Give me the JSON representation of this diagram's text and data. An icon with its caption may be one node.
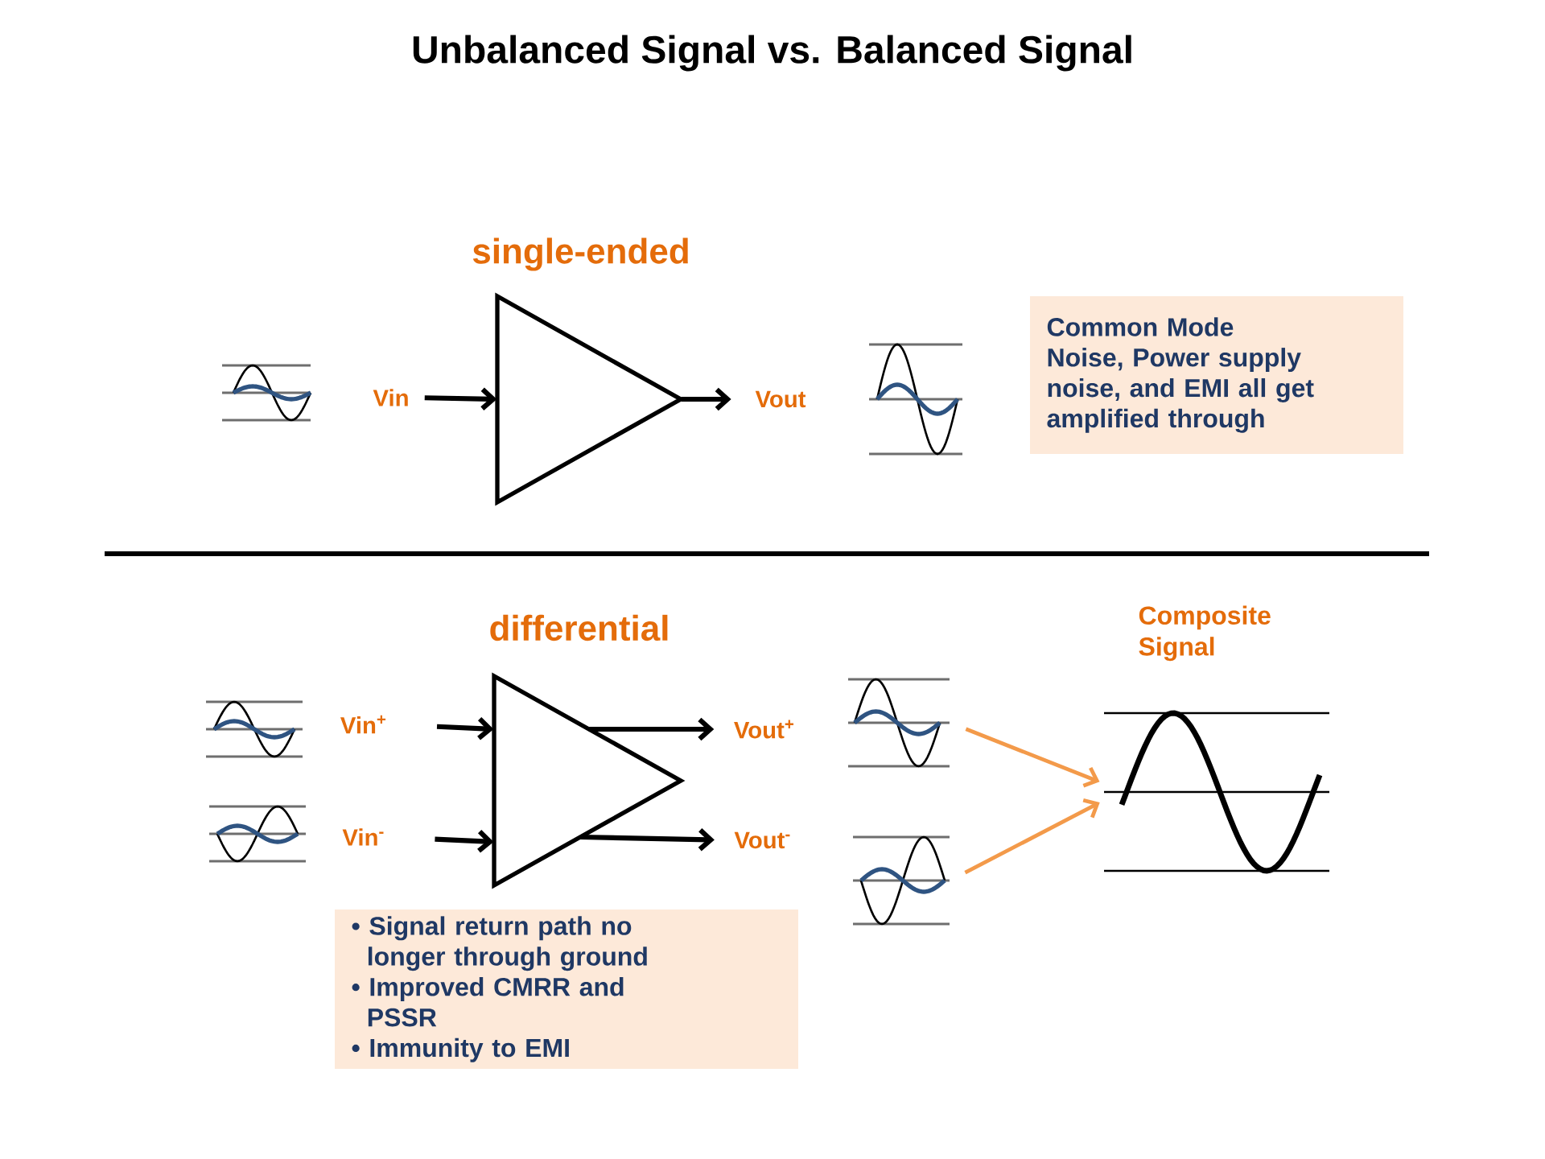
{
  "diagram": {
    "title": "Unbalanced Signal vs. Balanced Signal",
    "nodes": [
      {
        "text": [],
        "shape": "picture"
      },
      {
        "text": [
          "Vin"
        ]
      },
      {
        "text": [
          "single-ended"
        ]
      },
      {
        "text": [
          "Vout"
        ]
      },
      {
        "text": [],
        "shape": "picture"
      },
      {
        "text": [
          "Common Mode Noise, Power supply noise, and EMI all get amplified through"
        ]
      },
      {
        "text": [
          "differential"
        ]
      },
      {
        "text": [],
        "shape": "picture"
      },
      {
        "text": [
          "Vin$^{+}$"
        ]
      },
      {
        "text": [],
        "shape": "picture"
      },
      {
        "text": [
          "Vin$^{-}$"
        ]
      },
      {
        "text": [
          "Vout$^{+}$"
        ]
      },
      {
        "text": [
          "Vout$^{-}$"
        ]
      },
      {
        "text": [],
        "shape": "picture"
      },
      {
        "text": [],
        "shape": "picture"
      },
      {
        "text": [
          "Composite Signal"
        ]
      },
      {
        "text": [
          "• Signal return path no longer through ground",
          "• Improved CMRR and PSSR",
          "• Immunity to EMI"
        ]
      }
    ],
    "edges": [
      {
        "from": 1,
        "to": 2,
        "arrow": "to"
      },
      {
        "from": 2,
        "to": 3,
        "arrow": "to"
      },
      {
        "from": 8,
        "to": 6,
        "arrow": "to"
      },
      {
        "from": 10,
        "to": 6,
        "arrow": "to"
      },
      {
        "from": 6,
        "to": 11,
        "arrow": "to"
      },
      {
        "from": 6,
        "to": 12,
        "arrow": "to"
      },
      {
        "from": 13,
        "to": 15,
        "arrow": "to",
        "color": "#f39a4a"
      },
      {
        "from": 14,
        "to": 15,
        "arrow": "to",
        "color": "#f39a4a"
      }
    ]
  }
}
